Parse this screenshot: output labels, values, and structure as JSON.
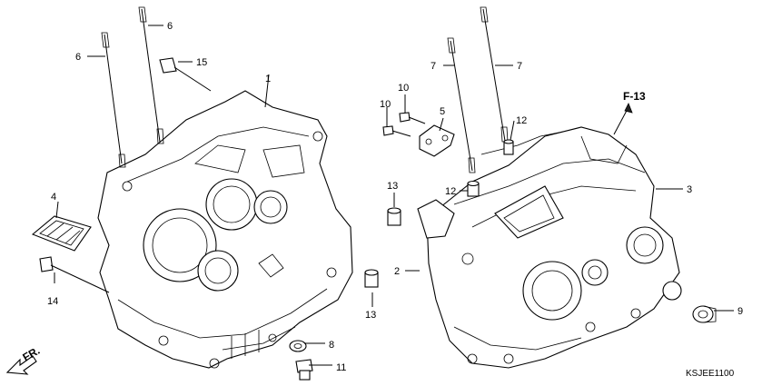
{
  "diagram": {
    "code": "KSJEE1100",
    "reference": "F-13",
    "front_marker": "FR.",
    "callouts": {
      "c1": "1",
      "c2": "2",
      "c3": "3",
      "c4": "4",
      "c5": "5",
      "c6a": "6",
      "c6b": "6",
      "c7a": "7",
      "c7b": "7",
      "c8": "8",
      "c9": "9",
      "c10a": "10",
      "c10b": "10",
      "c11": "11",
      "c12a": "12",
      "c12b": "12",
      "c13a": "13",
      "c13b": "13",
      "c14": "14",
      "c15": "15"
    }
  }
}
